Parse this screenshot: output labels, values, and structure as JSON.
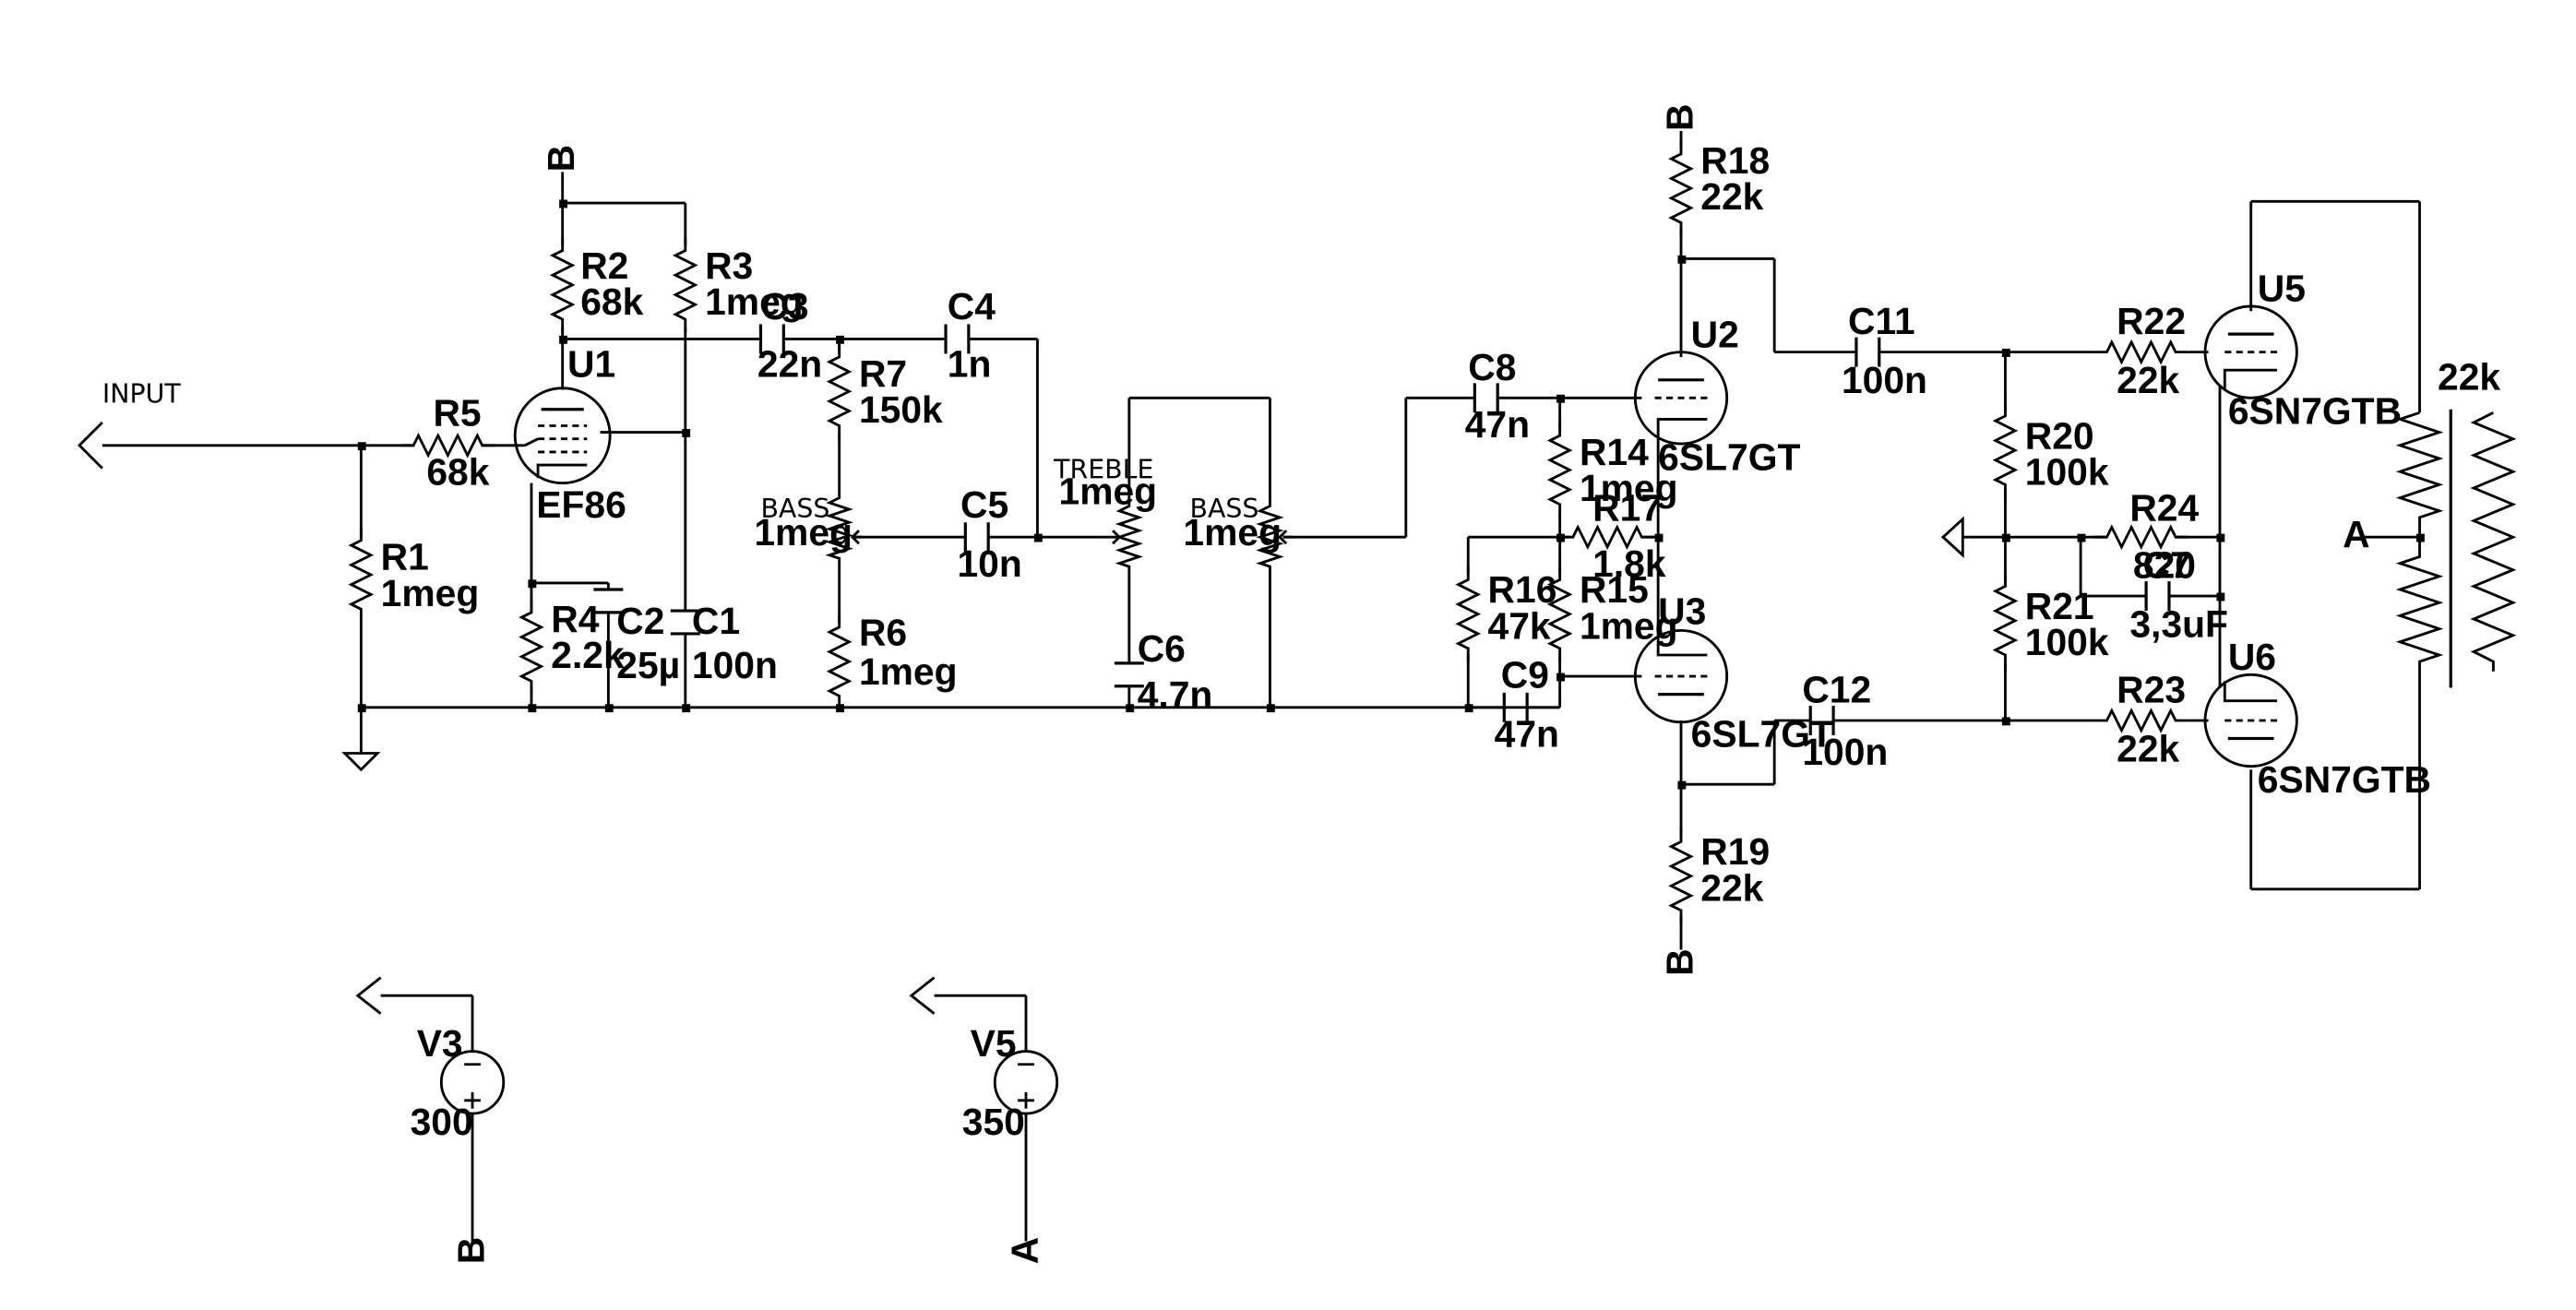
{
  "schematic": {
    "input_label": "INPUT",
    "nets": {
      "b": "B",
      "a": "A"
    },
    "components": {
      "R1": {
        "ref": "R1",
        "value": "1meg"
      },
      "R2": {
        "ref": "R2",
        "value": "68k"
      },
      "R3": {
        "ref": "R3",
        "value": "1meg"
      },
      "R4": {
        "ref": "R4",
        "value": "2.2k"
      },
      "R5": {
        "ref": "R5",
        "value": "68k"
      },
      "R6": {
        "ref": "R6",
        "value": "1meg"
      },
      "R7": {
        "ref": "R7",
        "value": "150k"
      },
      "R14": {
        "ref": "R14",
        "value": "1meg"
      },
      "R15": {
        "ref": "R15",
        "value": "1meg"
      },
      "R16": {
        "ref": "R16",
        "value": "47k"
      },
      "R17": {
        "ref": "R17",
        "value": "1.8k"
      },
      "R18": {
        "ref": "R18",
        "value": "22k"
      },
      "R19": {
        "ref": "R19",
        "value": "22k"
      },
      "R20": {
        "ref": "R20",
        "value": "100k"
      },
      "R21": {
        "ref": "R21",
        "value": "100k"
      },
      "R22": {
        "ref": "R22",
        "value": "22k"
      },
      "R23": {
        "ref": "R23",
        "value": "22k"
      },
      "R24": {
        "ref": "R24",
        "value": "820"
      },
      "C1": {
        "ref": "C1",
        "value": "100n"
      },
      "C2": {
        "ref": "C2",
        "value": "25µ"
      },
      "C3": {
        "ref": "C3",
        "value": "22n"
      },
      "C4": {
        "ref": "C4",
        "value": "1n"
      },
      "C5": {
        "ref": "C5",
        "value": "10n"
      },
      "C6": {
        "ref": "C6",
        "value": "4.7n"
      },
      "C7": {
        "ref": "C7",
        "value": "3,3uF"
      },
      "C8": {
        "ref": "C8",
        "value": "47n"
      },
      "C9": {
        "ref": "C9",
        "value": "47n"
      },
      "C11": {
        "ref": "C11",
        "value": "100n"
      },
      "C12": {
        "ref": "C12",
        "value": "100n"
      },
      "U1": {
        "ref": "U1",
        "value": "EF86"
      },
      "U2": {
        "ref": "U2",
        "value": "6SL7GT"
      },
      "U3": {
        "ref": "U3",
        "value": "6SL7GT"
      },
      "U5": {
        "ref": "U5",
        "value": "6SN7GTB"
      },
      "U6": {
        "ref": "U6",
        "value": "6SN7GTB"
      },
      "POT_BASS1": {
        "ref": "BASS",
        "value": "1meg"
      },
      "POT_TREBLE": {
        "ref": "TREBLE",
        "value": "1meg"
      },
      "POT_BASS2": {
        "ref": "BASS",
        "value": "1meg"
      },
      "XFMR": {
        "value": "22k"
      },
      "V3": {
        "ref": "V3",
        "value": "300"
      },
      "V5": {
        "ref": "V5",
        "value": "350"
      }
    }
  }
}
